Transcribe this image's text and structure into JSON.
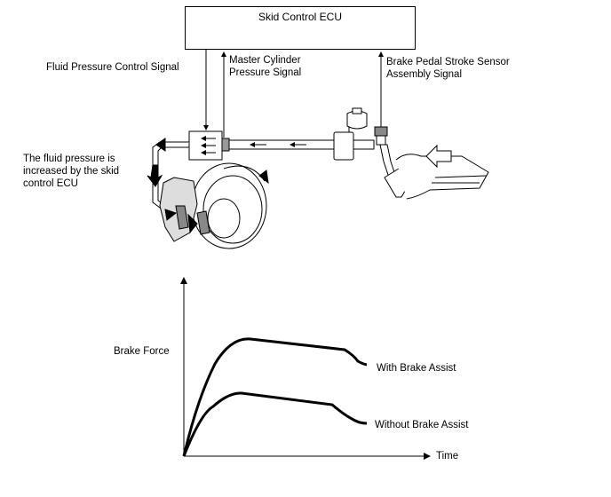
{
  "diagram": {
    "ecu_label": "Skid Control ECU",
    "fluid_pressure_control_signal": "Fluid Pressure Control Signal",
    "master_cylinder_signal": [
      "Master Cylinder",
      "Pressure Signal"
    ],
    "pedal_sensor_signal": [
      "Brake Pedal Stroke Sensor",
      "Assembly Signal"
    ],
    "fluid_note": [
      "The fluid pressure is",
      "increased by the skid",
      "control ECU"
    ]
  },
  "chart_data": {
    "type": "line",
    "ylabel": "Brake Force",
    "xlabel": "Time",
    "series": [
      {
        "name": "With Brake Assist",
        "values": "rapid rise to a high plateau, gradual decline, then drop"
      },
      {
        "name": "Without Brake Assist",
        "values": "slower rise to a lower plateau, gradual decline, then drop"
      }
    ]
  }
}
